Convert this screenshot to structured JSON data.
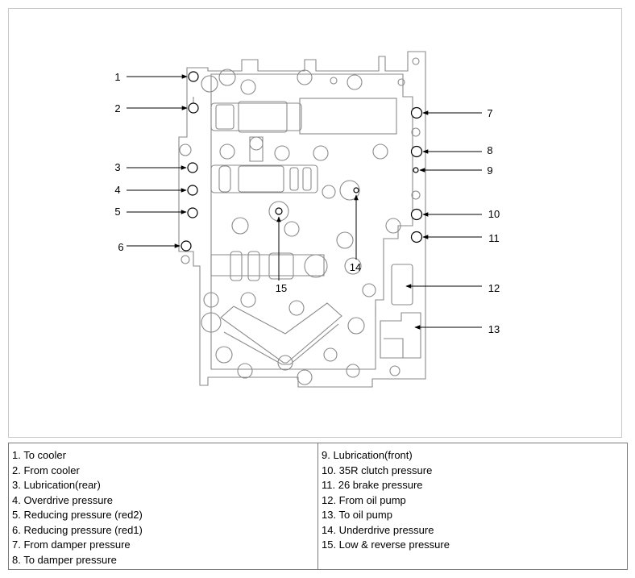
{
  "callouts": [
    {
      "num": "1"
    },
    {
      "num": "2"
    },
    {
      "num": "3"
    },
    {
      "num": "4"
    },
    {
      "num": "5"
    },
    {
      "num": "6"
    },
    {
      "num": "7"
    },
    {
      "num": "8"
    },
    {
      "num": "9"
    },
    {
      "num": "10"
    },
    {
      "num": "11"
    },
    {
      "num": "12"
    },
    {
      "num": "13"
    },
    {
      "num": "14"
    },
    {
      "num": "15"
    }
  ],
  "legend": {
    "left": [
      "1. To cooler",
      "2. From cooler",
      "3. Lubrication(rear)",
      "4. Overdrive pressure",
      "5. Reducing pressure (red2)",
      "6. Reducing pressure (red1)",
      "7. From damper pressure",
      "8. To damper pressure"
    ],
    "right": [
      "9. Lubrication(front)",
      "10. 35R clutch pressure",
      "11. 26 brake pressure",
      "12. From oil pump",
      "13. To oil pump",
      "14. Underdrive pressure",
      "15. Low & reverse pressure"
    ]
  },
  "colors": {
    "line": "#8a8a8a",
    "leader": "#000000",
    "frame": "#c8c8c8",
    "table_border": "#7a7a7a"
  }
}
